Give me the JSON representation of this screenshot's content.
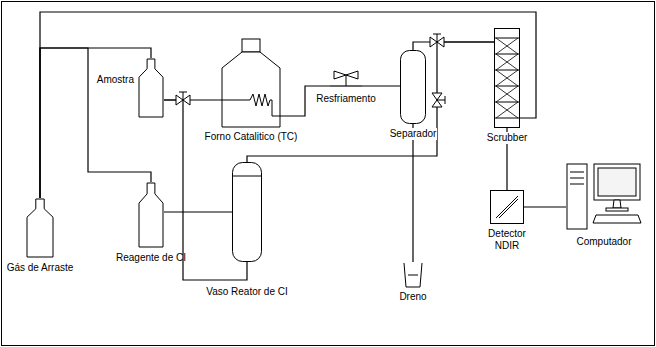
{
  "diagram": {
    "nodes": [
      {
        "text": [
          "Gás de Arraste"
        ]
      },
      {
        "text": [
          "Amostra"
        ]
      },
      {
        "text": [
          "Forno Catalitico (TC)"
        ]
      },
      {
        "text": [
          "Resfriamento"
        ]
      },
      {
        "text": [
          "Separador"
        ]
      },
      {
        "text": [
          "Dreno"
        ]
      },
      {
        "text": [
          "Reagente de CI"
        ]
      },
      {
        "text": [
          "Vaso Reator de CI"
        ]
      },
      {
        "text": [
          "Scrubber"
        ]
      },
      {
        "text": [
          "Detector NDIR"
        ]
      },
      {
        "text": [
          "Computador"
        ]
      }
    ],
    "edges": [
      {
        "from": 0,
        "to": 8,
        "arrow": "none"
      },
      {
        "from": 0,
        "to": 1,
        "arrow": "none"
      },
      {
        "from": 0,
        "to": 6,
        "arrow": "none"
      },
      {
        "from": 1,
        "to": 2,
        "arrow": "none"
      },
      {
        "from": 1,
        "to": 7,
        "arrow": "none"
      },
      {
        "from": 6,
        "to": 7,
        "arrow": "none"
      },
      {
        "from": 2,
        "to": 3,
        "arrow": "none"
      },
      {
        "from": 3,
        "to": 4,
        "arrow": "none"
      },
      {
        "from": 4,
        "to": 5,
        "arrow": "none"
      },
      {
        "from": 4,
        "to": 8,
        "arrow": "none"
      },
      {
        "from": 7,
        "to": 8,
        "arrow": "none"
      },
      {
        "from": 8,
        "to": 9,
        "arrow": "none"
      },
      {
        "from": 9,
        "to": 10,
        "arrow": "none"
      }
    ]
  }
}
